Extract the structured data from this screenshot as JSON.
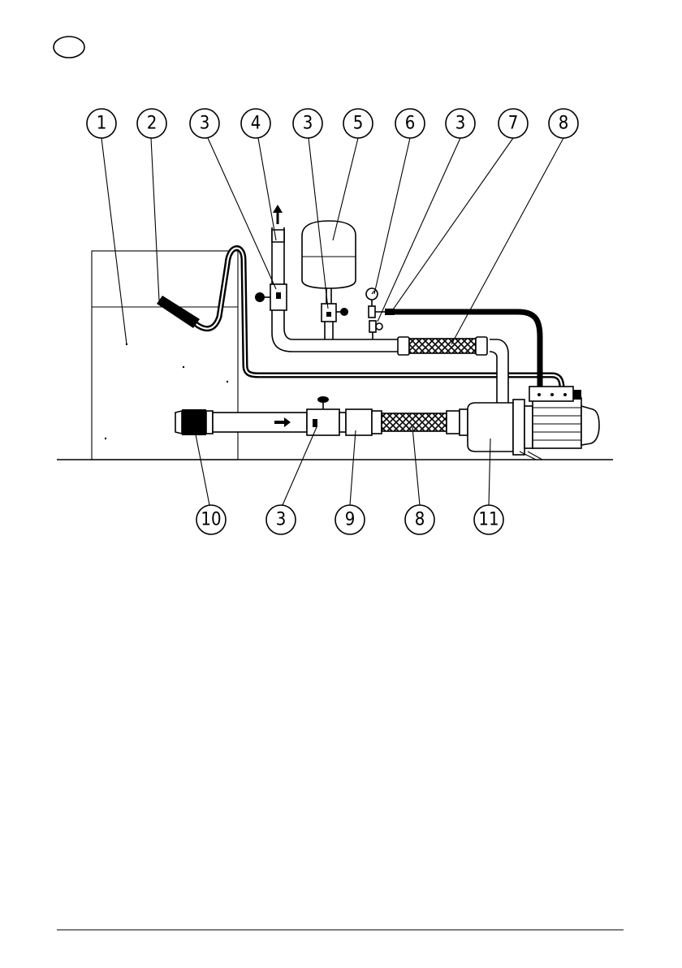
{
  "callouts_top": [
    "1",
    "2",
    "3",
    "4",
    "3",
    "5",
    "6",
    "3",
    "7",
    "8"
  ],
  "callouts_bottom": [
    "10",
    "3",
    "9",
    "8",
    "11"
  ],
  "colors": {
    "line": "#000000",
    "background": "#ffffff"
  }
}
